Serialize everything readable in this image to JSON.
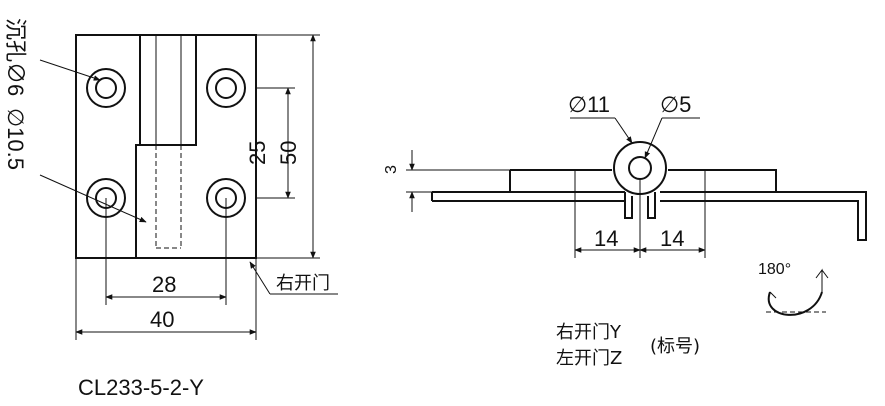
{
  "front_view": {
    "counterbore_note": "沉孔∅6",
    "counterbore_dia": "∅10.5",
    "dim_height_inner": "25",
    "dim_height_total": "50",
    "dim_width_holes": "28",
    "dim_width_total": "40",
    "door_label": "右开门"
  },
  "side_view": {
    "dim_diameter_outer": "∅11",
    "dim_diameter_pin": "∅5",
    "dim_thickness": "3",
    "dim_left_half": "14",
    "dim_right_half": "14",
    "rotation_label": "180°",
    "legend_right": "右开门Y",
    "legend_left": "左开门Z",
    "legend_suffix": "(标号)"
  },
  "model_number": "CL233-5-2-Y"
}
